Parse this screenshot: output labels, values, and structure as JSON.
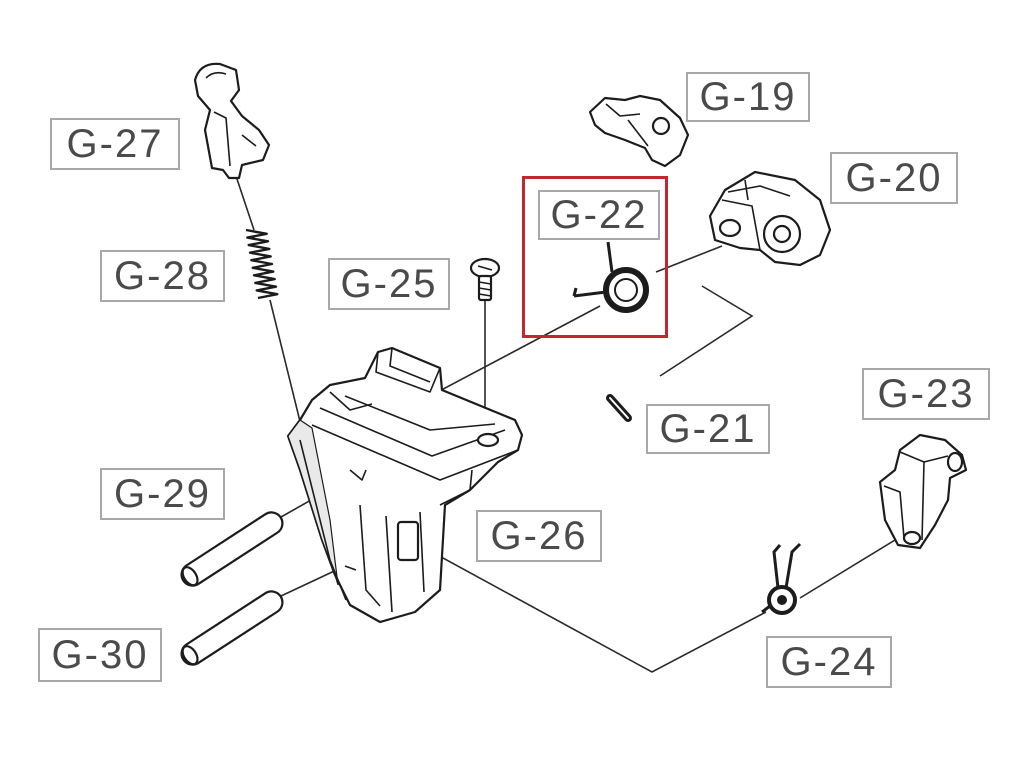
{
  "labels": {
    "g19": "G-19",
    "g20": "G-20",
    "g21": "G-21",
    "g22": "G-22",
    "g23": "G-23",
    "g24": "G-24",
    "g25": "G-25",
    "g26": "G-26",
    "g27": "G-27",
    "g28": "G-28",
    "g29": "G-29",
    "g30": "G-30"
  },
  "colors": {
    "highlight": "#c1272d",
    "line_art": "#1c1c1c",
    "label_text": "#4a4a4a",
    "label_border": "#a8a8a8",
    "background": "#ffffff"
  }
}
